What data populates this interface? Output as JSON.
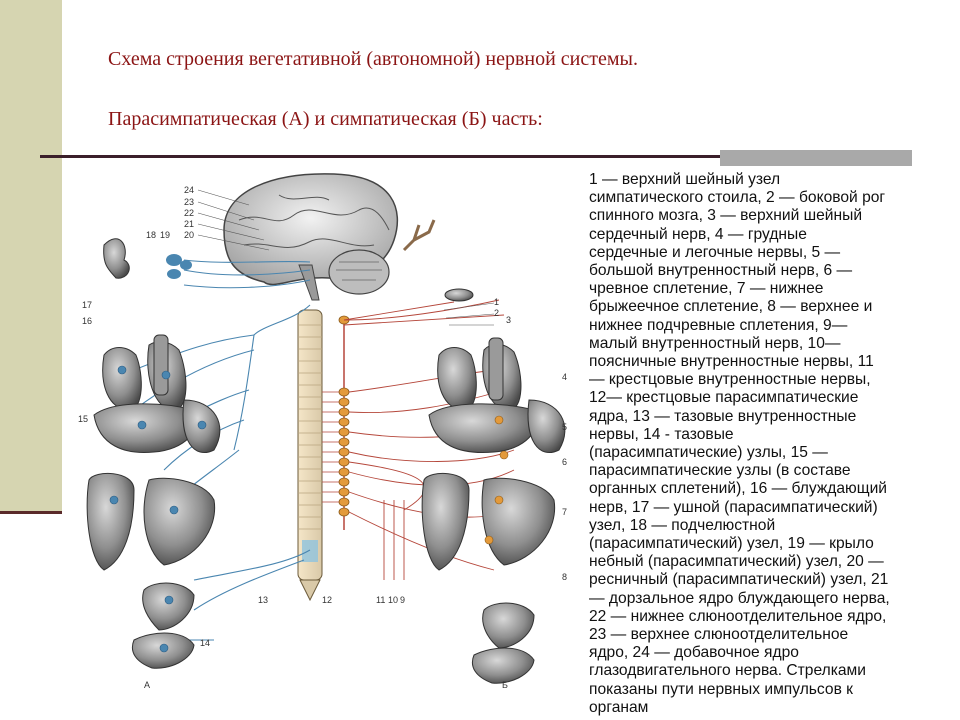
{
  "slide": {
    "title": "Схема строения вегетативной (автономной) нервной системы.",
    "subtitle": "Парасимпатическая (А) и симпатическая (Б) часть:"
  },
  "figure": {
    "left_numbers": [
      "24",
      "23",
      "22",
      "21",
      "20",
      "18",
      "19",
      "17",
      "16",
      "15"
    ],
    "right_numbers": [
      "1",
      "2",
      "3",
      "4",
      "5",
      "6",
      "7",
      "8"
    ],
    "bottom_numbers": [
      "13",
      "12",
      "11",
      "10",
      "9",
      "14"
    ],
    "panel_label_a": "А",
    "panel_label_b": "Б"
  },
  "legend": {
    "text": "1 — верхний шейный узел\nсимпатического стоила, 2 — боковой рог\nспинного мозга, 3 — верхний шейный\nсердечный нерв, 4 — грудные\nсердечные и легочные нервы, 5 —\nбольшой внутренностный нерв, 6 —\nчревное сплетение, 7 — нижнее\nбрыжеечное сплетение, 8 — верхнее и\nнижнее подчревные сплетения, 9—\nмалый внутренностный нерв, 10—\nпоясничные внутренностные нервы, 11\n— крестцовые внутренностные нервы,\n12— крестцовые парасимпатические\nядра, 13 — тазовые внутренностные\nнервы, 14 - тазовые\n(парасимпатические) узлы, 15 —\nпарасимпатические узлы (в составе\nорганных сплетений), 16 — блуждающий\nнерв, 17 — ушной (парасимпатический)\nузел, 18 — подчелюстной\n(парасимпатический) узел, 19 — крыло\nнебный (парасимпатический) узел, 20 —\nресничный (парасимпатический) узел, 21\n— дорзальное ядро блуждающего нерва,\n22 — нижнее слюноотделительное ядро,\n23 — верхнее слюноотделительное\nядро, 24 — добавочное ядро\nглазодвигательного нерва. Стрелками\nпоказаны пути нервных импульсов к\nорганам"
  },
  "colors": {
    "title": "#8b1414",
    "left_band": "#d6d5b1",
    "parasympathetic": "#4a86b0",
    "sympathetic": "#b5473b",
    "ganglion": "#e39a3b",
    "organ": "#8a8a8a"
  }
}
